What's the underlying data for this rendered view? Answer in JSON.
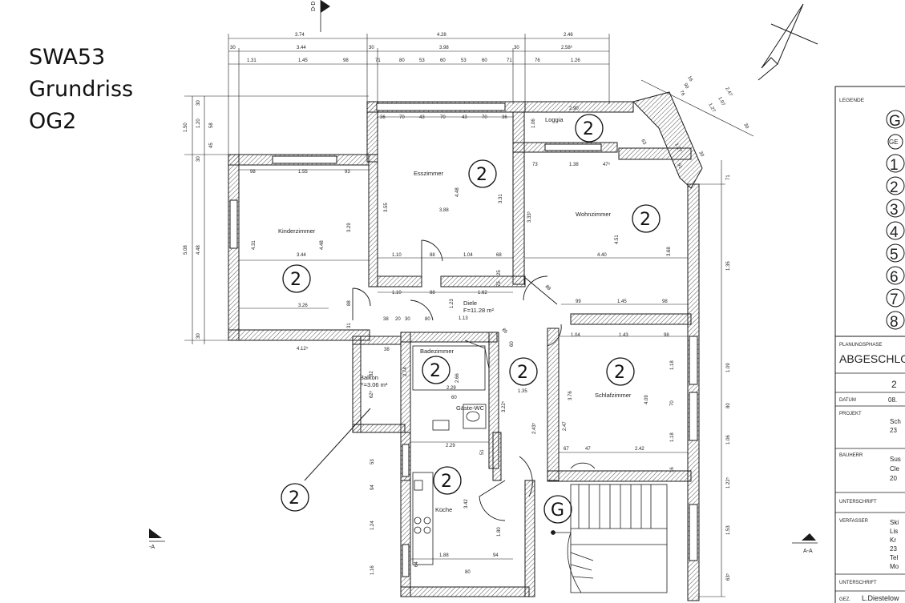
{
  "title": {
    "line1": "SWA53",
    "line2": "Grundriss",
    "line3": "OG2"
  },
  "section_marks": {
    "top": "D-D",
    "left": "-A",
    "right": "A-A"
  },
  "rooms": [
    {
      "name": "Kinderzimmer",
      "area_no": "2"
    },
    {
      "name": "Esszimmer",
      "area_no": "2"
    },
    {
      "name": "Loggia",
      "area_no": "2"
    },
    {
      "name": "Wohnzimmer",
      "area_no": "2"
    },
    {
      "name": "Diele",
      "area": "F=11.28 m²",
      "area_no": "2"
    },
    {
      "name": "Badezimmer",
      "area_no": "2"
    },
    {
      "name": "Balkon",
      "area": "F=3.06 m²",
      "area_no": "2"
    },
    {
      "name": "Gäste-WC"
    },
    {
      "name": "Schlafzimmer",
      "area_no": "2"
    },
    {
      "name": "Küche",
      "area_no": "2"
    }
  ],
  "center_area_no": "2",
  "stair_mark": "G",
  "dimensions": {
    "top_row1": [
      "3.74",
      "4.28",
      "2.46"
    ],
    "top_row2": [
      "30",
      "3.44",
      "30",
      "3.98",
      "30",
      "2.58³"
    ],
    "top_row3": [
      "1.31",
      "1.45",
      "98",
      "71",
      "80",
      "53",
      "60",
      "53",
      "60",
      "71",
      "76",
      "1.26"
    ],
    "esszimmer": [
      "36",
      "70",
      "43",
      "70",
      "43",
      "70",
      "36",
      "1.06"
    ],
    "loggia": [
      "2.90"
    ],
    "diag": [
      "16",
      "90",
      "76",
      "2.47",
      "1.97",
      "1.27",
      "30",
      "63",
      "1.17",
      "30",
      "91"
    ],
    "left_vertical": [
      "1.50",
      "30",
      "1.20",
      "58",
      "45",
      "30",
      "5.08",
      "4.48",
      "30"
    ],
    "kinder": [
      "98",
      "1.55",
      "93",
      "4.31",
      "3.44",
      "4.48",
      "3.29",
      "3.26",
      "88",
      "31",
      "4.12⁵"
    ],
    "esszimmer_inner": [
      "3.88",
      "4.48",
      "3.31",
      "3.55",
      "1.10",
      "88",
      "1.04",
      "68",
      "1.10",
      "88",
      "1.62",
      "25",
      "75"
    ],
    "wohn": [
      "73",
      "1.38",
      "47⁵",
      "3.33⁵",
      "4.51",
      "4.40",
      "3.68",
      "88",
      "99",
      "1.45",
      "98",
      "71",
      "1.35"
    ],
    "diele": [
      "1.23",
      "1.13",
      "20",
      "30",
      "38",
      "80",
      "38",
      "85",
      "60"
    ],
    "bad": [
      "2.74",
      "2.29",
      "2.66",
      "60"
    ],
    "schlaf": [
      "1.04",
      "1.43",
      "98",
      "3.76",
      "4.09",
      "2.47",
      "67",
      "47",
      "2.42",
      "1.18",
      "70",
      "1.18",
      "16"
    ],
    "right_vertical": [
      "71",
      "1.35",
      "1.09",
      "80",
      "1.06",
      "1.22⁵",
      "1.53",
      "63⁵"
    ],
    "kueche": [
      "1.35",
      "3.22⁵",
      "2.43⁵",
      "2.29",
      "51",
      "3.42",
      "1.80",
      "1.88",
      "94",
      "80",
      "53",
      "94",
      "1.24",
      "1.16",
      "64"
    ],
    "balkon": [
      "62⁵",
      "82"
    ]
  },
  "legend": {
    "header": "LEGENDE",
    "symbols": [
      "G",
      "GE",
      "1",
      "2",
      "3",
      "4",
      "5",
      "6",
      "7",
      "8"
    ],
    "phase_label": "PLANUNGSPHASE",
    "phase_value": "ABGESCHLOS",
    "number": "2",
    "datum_label": "DATUM",
    "datum_value": "08.",
    "projekt_label": "PROJEKT",
    "projekt_lines": [
      "Sch",
      "23"
    ],
    "bauherr_label": "BAUHERR",
    "bauherr_lines": [
      "Sus",
      "Cle",
      "20"
    ],
    "unterschrift1": "UNTERSCHRIFT",
    "verfasser_label": "VERFASSER",
    "verfasser_lines": [
      "Ski",
      "Lis",
      "Kr",
      "23",
      "Tel",
      "Mo"
    ],
    "unterschrift2": "UNTERSCHRIFT",
    "gez_label": "GEZ.",
    "gez_value": "L.Diestelow"
  },
  "colors": {
    "line": "#1a1a1a",
    "hatch": "#555555",
    "background": "#ffffff"
  }
}
